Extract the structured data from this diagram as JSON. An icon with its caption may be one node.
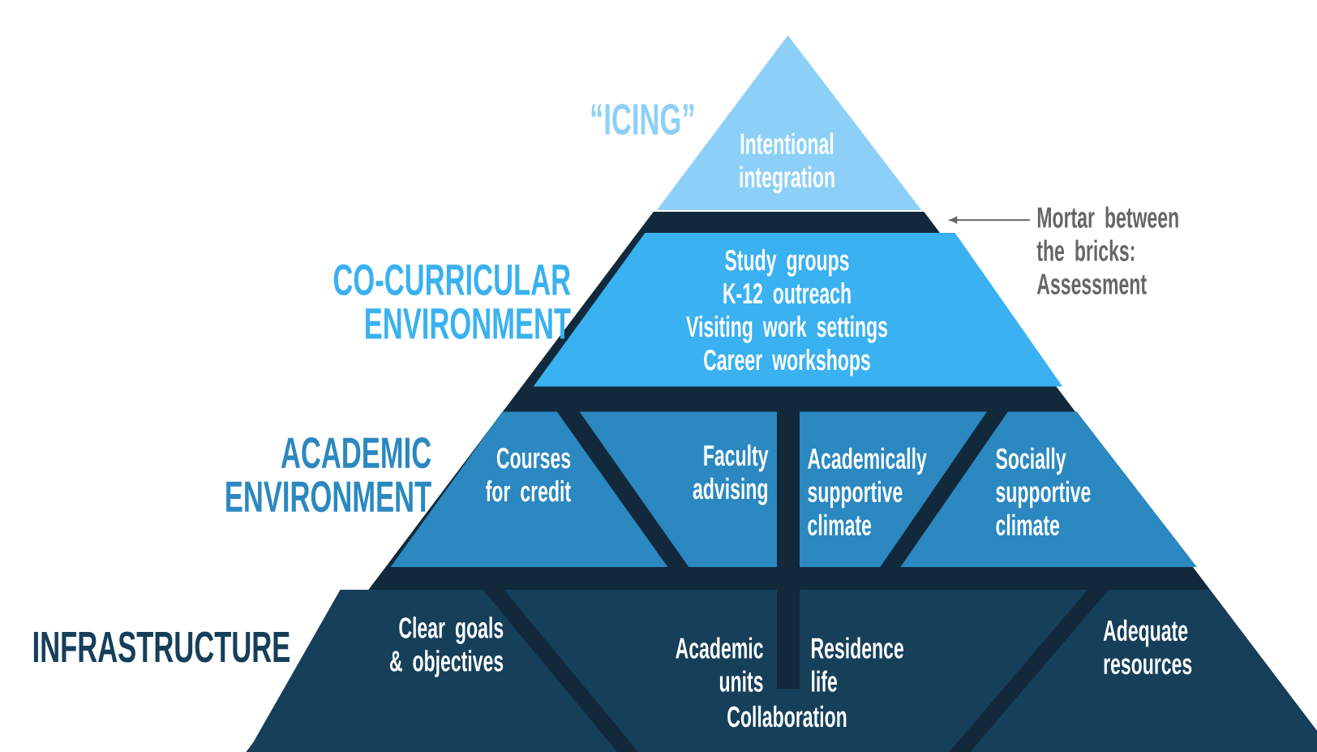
{
  "diagram": {
    "nodes": [
      {
        "text": [],
        "shape": "band"
      },
      {
        "text": [
          "Intentional integration"
        ]
      },
      {
        "text": [
          "Study groups",
          "K-12 outreach",
          "Visiting work settings",
          "Career workshops"
        ],
        "in": 0
      },
      {
        "text": [
          "Courses for credit"
        ],
        "in": 0
      },
      {
        "text": [
          "Faculty advising"
        ],
        "in": 0
      },
      {
        "text": [
          "Academically supportive climate"
        ],
        "in": 0
      },
      {
        "text": [
          "Socially supportive climate"
        ],
        "in": 0
      },
      {
        "text": [
          "Clear goals & objectives"
        ],
        "in": 0
      },
      {
        "text": [
          "Academic units",
          "Residence life",
          "Collaboration"
        ],
        "in": 0
      },
      {
        "text": [
          "Adequate resources"
        ],
        "in": 0
      },
      {
        "text": [
          "Mortar between the bricks: Assessment"
        ]
      }
    ],
    "edges": [
      {
        "from": 10,
        "to": 0,
        "arrow": "to"
      }
    ],
    "labels": [
      "“ICING”",
      "CO-CURRICULAR ENVIRONMENT",
      "ACADEMIC ENVIRONMENT",
      "INFRASTRUCTURE"
    ]
  }
}
